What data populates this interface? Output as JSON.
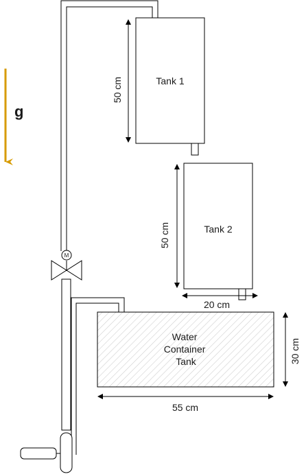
{
  "gravity": {
    "label": "g",
    "color": "#d79b00"
  },
  "tank1": {
    "label": "Tank 1",
    "height_label": "50 cm"
  },
  "tank2": {
    "label": "Tank 2",
    "height_label": "50 cm",
    "width_label": "20 cm"
  },
  "container": {
    "label_lines": [
      "Water",
      "Container",
      "Tank"
    ],
    "width_label": "55 cm",
    "height_label": "30 cm"
  },
  "colors": {
    "stroke": "#000000",
    "hatch": "#cccccc",
    "background": "#ffffff"
  },
  "components": {
    "valve": "valve-icon",
    "pump": "pump-icon"
  }
}
